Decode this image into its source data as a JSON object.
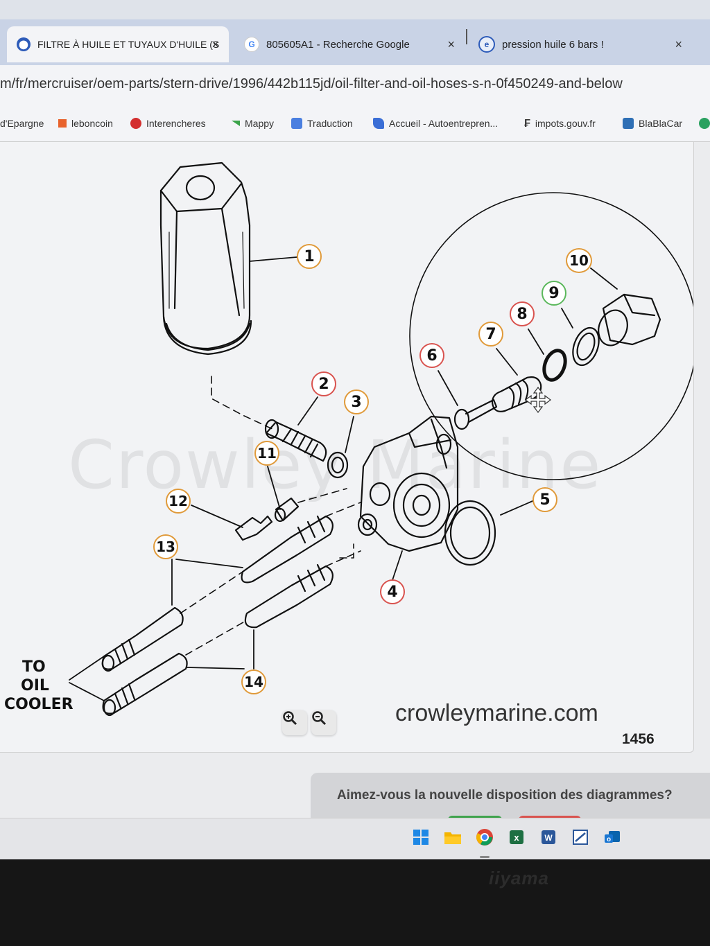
{
  "browser": {
    "tabs": [
      {
        "label": "FILTRE À HUILE ET TUYAUX D'HUILE (S",
        "active": true
      },
      {
        "label": "805605A1 - Recherche Google",
        "active": false
      },
      {
        "label": "pression huile 6 bars !",
        "active": false
      }
    ],
    "close_glyph": "×",
    "url": "m/fr/mercruiser/oem-parts/stern-drive/1996/442b115jd/oil-filter-and-oil-hoses-s-n-0f450249-and-below",
    "bookmarks": [
      "d'Epargne",
      "leboncoin",
      "Interencheres",
      "Mappy",
      "Traduction",
      "Accueil - Autoentrepren...",
      "impots.gouv.fr",
      "BlaBlaCar"
    ]
  },
  "diagram": {
    "callouts": [
      "1",
      "2",
      "3",
      "4",
      "5",
      "6",
      "7",
      "8",
      "9",
      "10",
      "11",
      "12",
      "13",
      "14"
    ],
    "to_oil_cooler": [
      "TO",
      "OIL",
      "COOLER"
    ],
    "watermark": "Crowley Marine",
    "site": "crowleymarine.com",
    "figure_number": "1456"
  },
  "zoom": {
    "in_icon": "zoom-in-icon",
    "out_icon": "zoom-out-icon"
  },
  "feedback": {
    "question": "Aimez-vous la nouvelle disposition des diagrammes?"
  },
  "taskbar": {
    "icons": [
      "windows-start-icon",
      "file-explorer-icon",
      "chrome-icon",
      "excel-icon",
      "word-icon",
      "ide-icon",
      "outlook-icon"
    ]
  },
  "monitor": {
    "brand": "iiyama"
  },
  "colors": {
    "callout_orange": "#e09a3a",
    "callout_red": "#d9534f",
    "callout_green": "#5cb85c",
    "tabbar": "#c9d3e6"
  }
}
